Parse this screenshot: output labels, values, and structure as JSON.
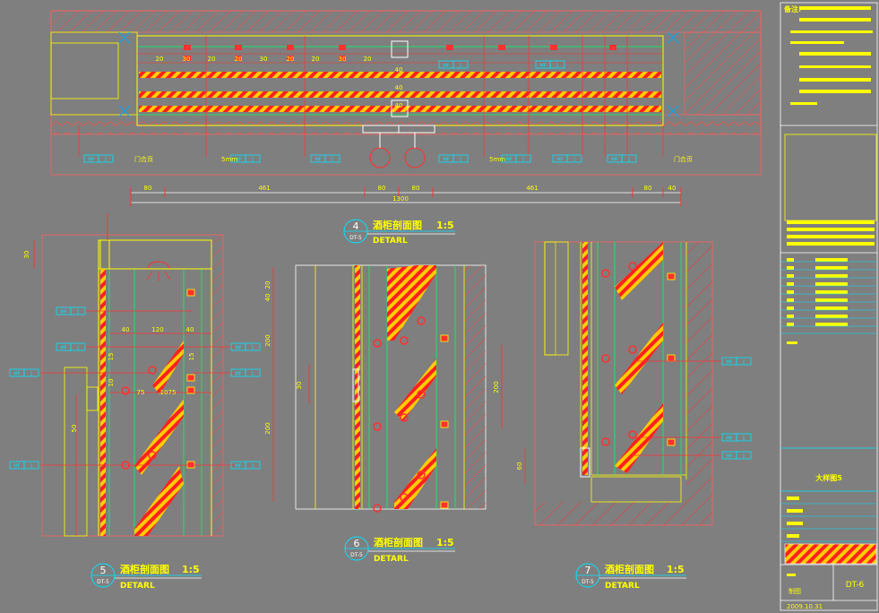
{
  "plan4": {
    "num": "4",
    "ref": "DT-5",
    "title": "酒柜剖面图",
    "scale": "1:5",
    "sub": "DETARL",
    "dims": [
      "80",
      "461",
      "80",
      "80",
      "461",
      "80",
      "40"
    ],
    "total": "1300",
    "labels": [
      "门合页",
      "5mm",
      "5mm",
      "门合页"
    ],
    "tags": [
      "MF"
    ],
    "tag_num": "1",
    "small_dims": [
      "20",
      "30",
      "20",
      "20",
      "30",
      "20",
      "20",
      "30",
      "20",
      "40",
      "40",
      "40"
    ]
  },
  "sec5": {
    "num": "5",
    "ref": "DT-5",
    "title": "酒柜剖面图",
    "scale": "1:5",
    "sub": "DETARL",
    "dims": [
      "30",
      "40",
      "120",
      "40",
      "15",
      "10",
      "75",
      "10",
      "75",
      "15",
      "50"
    ]
  },
  "sec6": {
    "num": "6",
    "ref": "DT-5",
    "title": "酒柜剖面图",
    "scale": "1:5",
    "sub": "DETARL",
    "dims": [
      "20",
      "40",
      "200",
      "200",
      "200",
      "30"
    ]
  },
  "sec7": {
    "num": "7",
    "ref": "DT-5",
    "title": "酒柜剖面图",
    "scale": "1:5",
    "sub": "DETARL",
    "dims": [
      "60"
    ]
  },
  "titleblock": {
    "notes_header": "备注:",
    "project": "大样图5",
    "sheet": "DT-6",
    "date": "2009.10.31",
    "drawn": "制图"
  }
}
